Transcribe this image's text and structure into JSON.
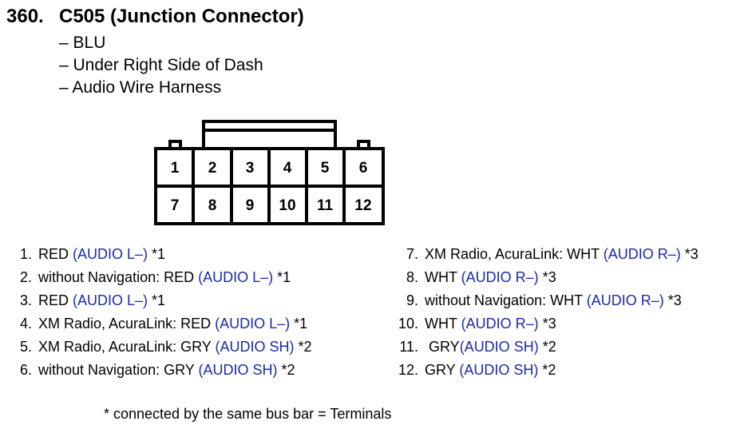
{
  "title": {
    "number": "360.",
    "name": "C505 (Junction Connector)"
  },
  "details": [
    "– BLU",
    "– Under Right Side of Dash",
    "– Audio Wire Harness"
  ],
  "connector": {
    "row1": [
      "1",
      "2",
      "3",
      "4",
      "5",
      "6"
    ],
    "row2": [
      "7",
      "8",
      "9",
      "10",
      "11",
      "12"
    ]
  },
  "left_items": [
    {
      "num": "1.",
      "pre": "RED ",
      "sig": "(AUDIO L–)",
      "post": " *1"
    },
    {
      "num": "2.",
      "pre": "without Navigation: RED ",
      "sig": "(AUDIO L–)",
      "post": " *1"
    },
    {
      "num": "3.",
      "pre": "RED ",
      "sig": "(AUDIO L–)",
      "post": " *1"
    },
    {
      "num": "4.",
      "pre": "XM Radio, AcuraLink: RED ",
      "sig": "(AUDIO L–)",
      "post": " *1"
    },
    {
      "num": "5.",
      "pre": "XM Radio, AcuraLink: GRY ",
      "sig": "(AUDIO SH)",
      "post": " *2"
    },
    {
      "num": "6.",
      "pre": "without Navigation: GRY ",
      "sig": "(AUDIO SH)",
      "post": " *2"
    }
  ],
  "right_items": [
    {
      "num": "7.",
      "pre": "XM Radio, AcuraLink: WHT ",
      "sig": "(AUDIO R–)",
      "post": " *3"
    },
    {
      "num": "8.",
      "pre": "WHT ",
      "sig": "(AUDIO R–)",
      "post": " *3"
    },
    {
      "num": "9.",
      "pre": "without Navigation: WHT ",
      "sig": "(AUDIO R–)",
      "post": " *3"
    },
    {
      "num": "10.",
      "pre": "WHT ",
      "sig": "(AUDIO R–)",
      "post": " *3"
    },
    {
      "num": "11.",
      "pre": " GRY",
      "sig": "(AUDIO SH)",
      "post": " *2"
    },
    {
      "num": "12.",
      "pre": "GRY ",
      "sig": "(AUDIO SH)",
      "post": " *2"
    }
  ],
  "footnote": "* connected by the same bus bar = Terminals",
  "colors": {
    "signal": "#1a2aa8",
    "text": "#000000"
  }
}
